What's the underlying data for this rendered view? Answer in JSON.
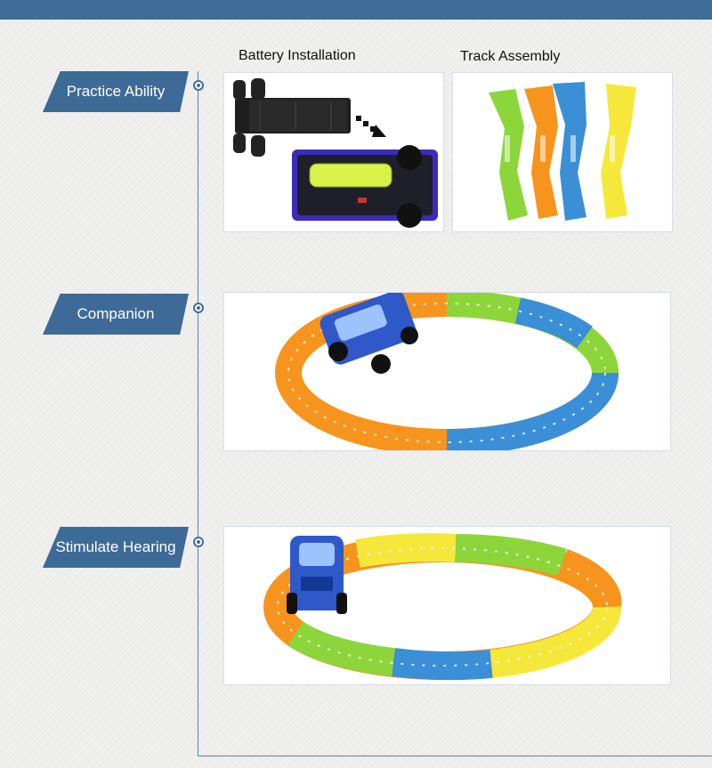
{
  "sections": [
    {
      "label": "Practice Ability"
    },
    {
      "label": "Companion"
    },
    {
      "label": "Stimulate Hearing"
    }
  ],
  "captions": {
    "battery": "Battery Installation",
    "track": "Track Assembly"
  },
  "colors": {
    "accent": "#3e6a97",
    "top_bar": "#3e6d99",
    "track_orange": "#f7941d",
    "track_green": "#8cd63c",
    "track_blue": "#3a8fd6",
    "track_yellow": "#f6e83a"
  }
}
